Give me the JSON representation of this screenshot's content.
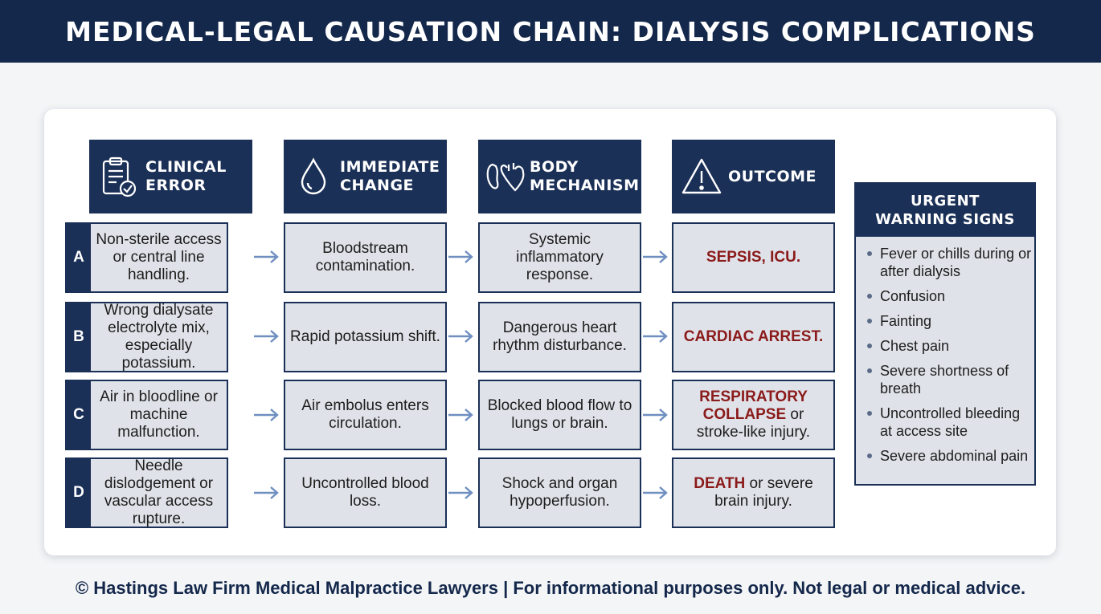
{
  "title": "MEDICAL-LEGAL CAUSATION CHAIN: DIALYSIS COMPLICATIONS",
  "columns": [
    {
      "label": "CLINICAL\nERROR",
      "icon": "clipboard-check-icon"
    },
    {
      "label": "IMMEDIATE\nCHANGE",
      "icon": "droplet-icon"
    },
    {
      "label": "BODY\nMECHANISM",
      "icon": "heart-kidney-icon"
    },
    {
      "label": "OUTCOME",
      "icon": "warning-triangle-icon"
    }
  ],
  "rows": [
    {
      "letter": "A",
      "error": "Non-sterile access or central line handling.",
      "change": "Bloodstream contamination.",
      "mechanism": "Systemic inflammatory response.",
      "outcome_em": "SEPSIS, ICU.",
      "outcome_rest": ""
    },
    {
      "letter": "B",
      "error": "Wrong dialysate electrolyte mix, especially potassium.",
      "change": "Rapid potassium shift.",
      "mechanism": "Dangerous heart rhythm disturbance.",
      "outcome_em": "CARDIAC ARREST.",
      "outcome_rest": ""
    },
    {
      "letter": "C",
      "error": "Air in bloodline or machine malfunction.",
      "change": "Air embolus enters circulation.",
      "mechanism": "Blocked blood flow to lungs or brain.",
      "outcome_em": "RESPIRATORY COLLAPSE",
      "outcome_rest": " or stroke-like injury."
    },
    {
      "letter": "D",
      "error": "Needle dislodgement or vascular access rupture.",
      "change": "Uncontrolled blood loss.",
      "mechanism": "Shock and organ hypoperfusion.",
      "outcome_em": "DEATH",
      "outcome_rest": " or severe brain injury."
    }
  ],
  "warning": {
    "title": "URGENT\nWARNING SIGNS",
    "items": [
      "Fever or chills during or after dialysis",
      "Confusion",
      "Fainting",
      "Chest pain",
      "Severe shortness of breath",
      "Uncontrolled bleeding at access site",
      "Severe abdominal pain"
    ]
  },
  "footer": "© Hastings Law Firm Medical Malpractice Lawyers | For informational purposes only. Not legal or medical advice.",
  "colors": {
    "navy": "#1b3057",
    "cell": "#dfe2e8",
    "emphasis": "#8b1a1a",
    "arrow": "#6f8fc0"
  }
}
